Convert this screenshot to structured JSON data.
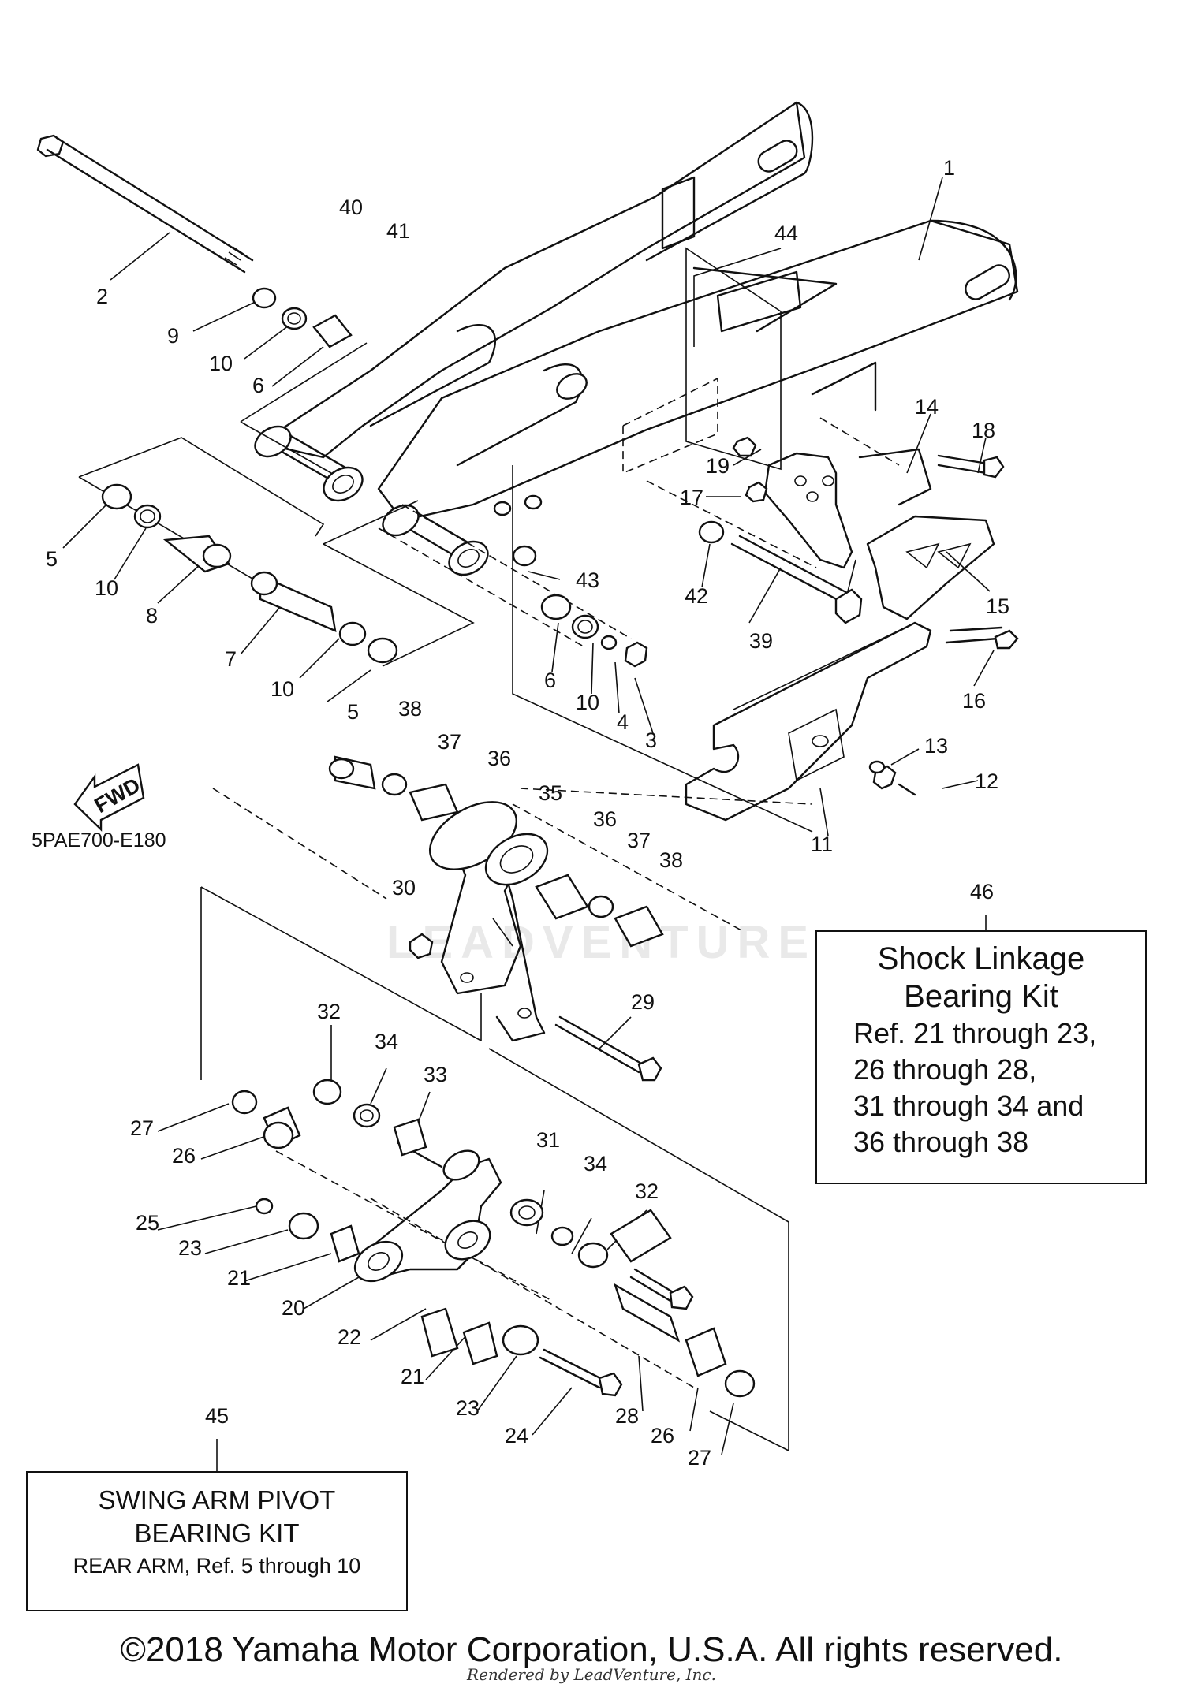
{
  "diagram_code": "5PAE700-E180",
  "fwd_label": "FWD",
  "watermark": "LEADVENTURE",
  "callouts": [
    {
      "id": "46",
      "title_lines": [
        "Shock Linkage",
        "Bearing Kit"
      ],
      "desc_lines": [
        "Ref. 21 through 23,",
        "26 through 28,",
        "31 through 34 and",
        "36 through 38"
      ]
    },
    {
      "id": "45",
      "title_lines": [
        "SWING ARM PIVOT",
        "BEARING KIT"
      ],
      "desc_lines": [
        "REAR ARM, Ref. 5 through 10"
      ]
    }
  ],
  "part_numbers": [
    "1",
    "2",
    "3",
    "4",
    "5",
    "5",
    "6",
    "6",
    "7",
    "8",
    "9",
    "10",
    "10",
    "10",
    "10",
    "11",
    "12",
    "13",
    "14",
    "15",
    "16",
    "17",
    "18",
    "19",
    "20",
    "21",
    "21",
    "22",
    "23",
    "23",
    "24",
    "25",
    "26",
    "26",
    "27",
    "27",
    "28",
    "29",
    "30",
    "31",
    "32",
    "32",
    "33",
    "34",
    "34",
    "35",
    "36",
    "36",
    "37",
    "37",
    "38",
    "38",
    "39",
    "40",
    "41",
    "42",
    "43",
    "44"
  ],
  "copyright": "©2018 Yamaha Motor Corporation, U.S.A. All rights reserved.",
  "rendered_by": "Rendered by LeadVenture, Inc."
}
